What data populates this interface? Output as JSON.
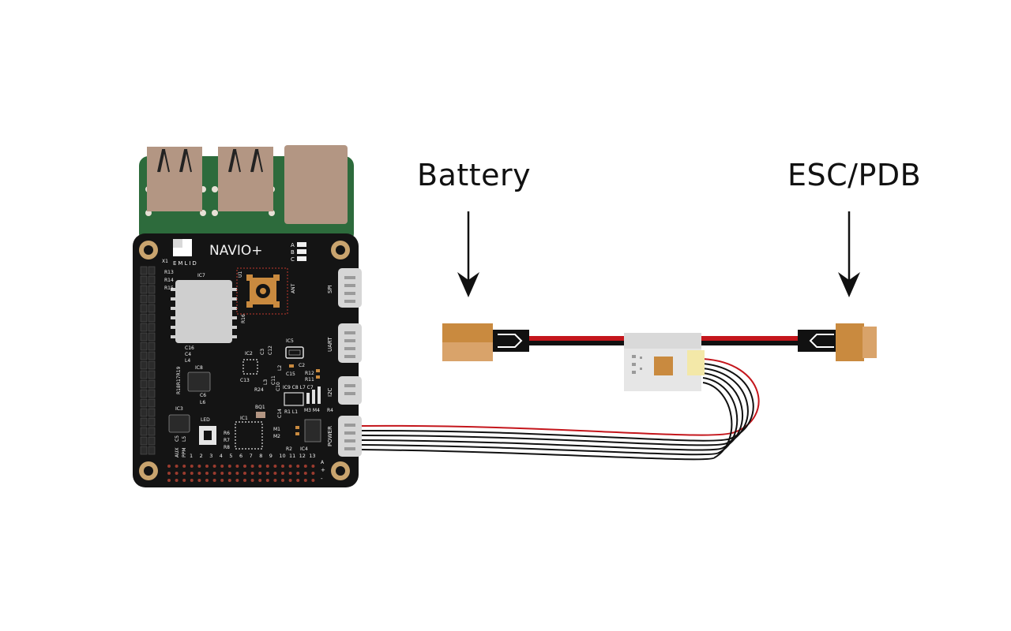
{
  "labels": {
    "battery": "Battery",
    "esc_pdb": "ESC/PDB"
  },
  "board": {
    "brand": "EMLID",
    "name": "NAVIO+",
    "leds": [
      "A",
      "B",
      "C"
    ],
    "side_ports": [
      "SPI",
      "UART",
      "I2C",
      "POWER"
    ],
    "components": {
      "x1": "X1",
      "r13": "R13",
      "r14": "R14",
      "r15": "R15",
      "ic7": "IC7",
      "ant": "ANT",
      "c16": "C16",
      "c4": "C4",
      "c9l4": "L4",
      "ic5": "IC5",
      "ic2": "IC2",
      "c3": "C3",
      "c12": "C12",
      "c13": "C13",
      "l2": "L2",
      "c2": "C2",
      "c15": "C15",
      "r12": "R12",
      "r11": "R11",
      "ic8": "IC8",
      "r18r17": "R18R17R19",
      "c6": "C6",
      "l6": "L6",
      "r24": "R24",
      "c10": "C10",
      "c11": "C11",
      "l3": "L3",
      "ic9": "IC9 C8 L7 C7",
      "bq1": "BQ1",
      "ic3": "IC3",
      "led": "LED",
      "ic1": "IC1",
      "r6": "R6",
      "r7": "R7",
      "r8": "R8",
      "m1": "M1",
      "m2": "M2",
      "c14": "C14",
      "r1l1": "R1 L1",
      "m3m4": "M3 M4",
      "r4": "R4",
      "r2": "R2",
      "ic4": "IC4",
      "aux": "AUX",
      "ppm": "PPM",
      "c5": "C5",
      "l5": "L5",
      "r16": "R16",
      "u1": "U1"
    },
    "pin_numbers": [
      "1",
      "2",
      "3",
      "4",
      "5",
      "6",
      "7",
      "8",
      "9",
      "10",
      "11",
      "12",
      "13"
    ],
    "power_markers": [
      "A",
      "+",
      "-"
    ]
  },
  "colors": {
    "board": "#141414",
    "pi_pcb": "#2d6b3c",
    "connector": "#b39683",
    "xt60": "#c98a3f",
    "wire_red": "#c4161c",
    "wire_black": "#111111"
  }
}
